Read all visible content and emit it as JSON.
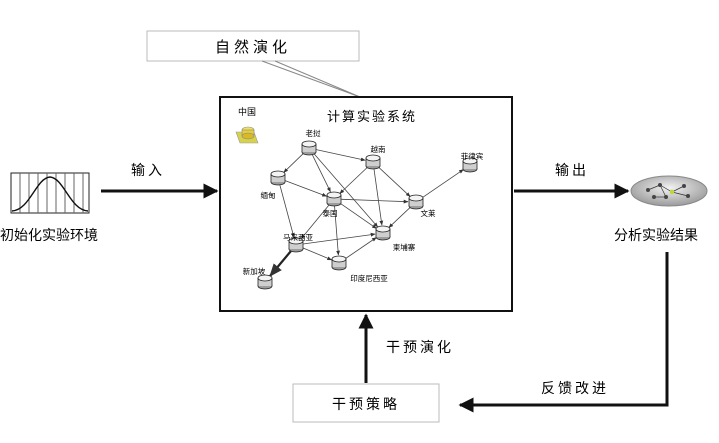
{
  "labels": {
    "natural_evolution": "自然演化",
    "system_title": "计算实验系统",
    "input": "输入",
    "output": "输出",
    "init_env": "初始化实验环境",
    "analyze": "分析实验结果",
    "intervention_evolution": "干预演化",
    "feedback": "反馈改进",
    "strategy": "干预策略"
  },
  "network": {
    "legend_label": "中国",
    "nodes": [
      {
        "id": "laos",
        "label": "老挝"
      },
      {
        "id": "vietnam",
        "label": "越南"
      },
      {
        "id": "myanmar",
        "label": "缅甸"
      },
      {
        "id": "thailand",
        "label": "泰国"
      },
      {
        "id": "philippines",
        "label": "菲律宾"
      },
      {
        "id": "brunei",
        "label": "文莱"
      },
      {
        "id": "cambodia",
        "label": "柬埔寨"
      },
      {
        "id": "malaysia",
        "label": "马来西亚"
      },
      {
        "id": "indonesia",
        "label": "印度尼西亚"
      },
      {
        "id": "singapore",
        "label": "新加坡"
      }
    ],
    "edges": [
      [
        "laos",
        "vietnam"
      ],
      [
        "laos",
        "myanmar"
      ],
      [
        "laos",
        "thailand"
      ],
      [
        "laos",
        "cambodia"
      ],
      [
        "vietnam",
        "thailand"
      ],
      [
        "vietnam",
        "cambodia"
      ],
      [
        "vietnam",
        "brunei"
      ],
      [
        "myanmar",
        "thailand"
      ],
      [
        "thailand",
        "malaysia"
      ],
      [
        "thailand",
        "indonesia"
      ],
      [
        "thailand",
        "cambodia"
      ],
      [
        "thailand",
        "brunei"
      ],
      [
        "brunei",
        "cambodia"
      ],
      [
        "brunei",
        "philippines"
      ],
      [
        "malaysia",
        "cambodia"
      ],
      [
        "malaysia",
        "indonesia"
      ],
      [
        "malaysia",
        "singapore"
      ],
      [
        "indonesia",
        "cambodia"
      ],
      [
        "myanmar",
        "malaysia"
      ]
    ]
  }
}
